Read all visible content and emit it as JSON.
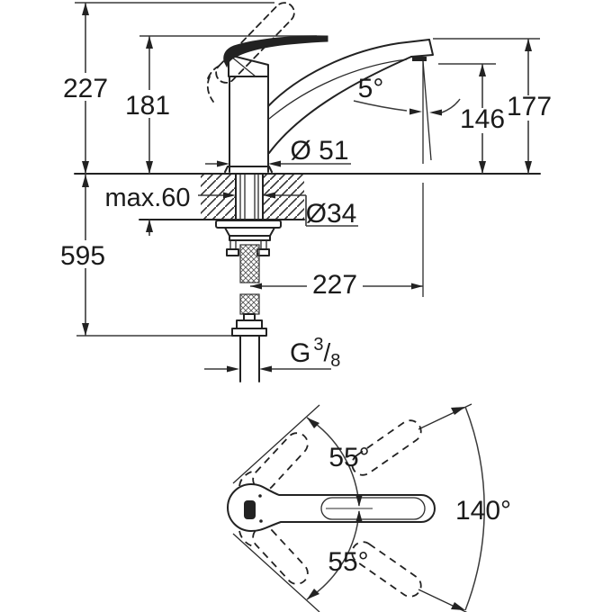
{
  "side_view": {
    "total_height": "227",
    "body_height": "181",
    "under_counter_depth": "595",
    "max_counter_thickness": "max.60",
    "stream_angle": "5°",
    "aerator_height": "146",
    "spout_top_height": "177",
    "base_diameter": "Ø 51",
    "shank_diameter": "Ø34",
    "spout_reach": "227",
    "thread": {
      "prefix": "G",
      "numerator": "3",
      "slash": "/",
      "denominator": "8"
    }
  },
  "top_view": {
    "upper_swivel_angle": "55°",
    "lower_swivel_angle": "55°",
    "total_swivel_angle": "140°"
  },
  "colors": {
    "line": "#222222",
    "dimension": "#3a3a3a",
    "text": "#1b1b1b",
    "background": "#ffffff"
  }
}
